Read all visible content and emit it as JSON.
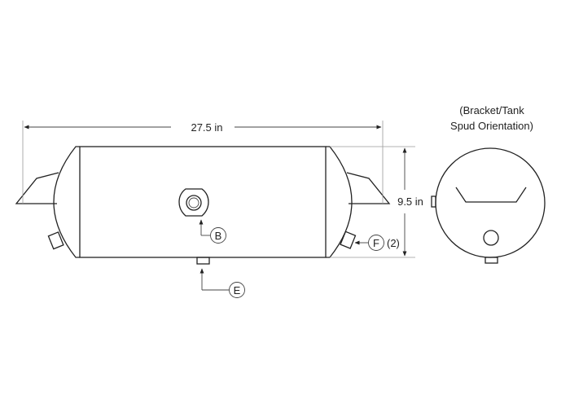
{
  "dimensions": {
    "length_label": "27.5 in",
    "diameter_label": "9.5 in"
  },
  "callouts": {
    "b": "B",
    "e": "E",
    "f": "F",
    "f_qty": "(2)"
  },
  "end_view": {
    "title_line1": "(Bracket/Tank",
    "title_line2": "Spud Orientation)"
  },
  "colors": {
    "line": "#222222",
    "extension": "#9a9a9a",
    "background": "#ffffff"
  }
}
